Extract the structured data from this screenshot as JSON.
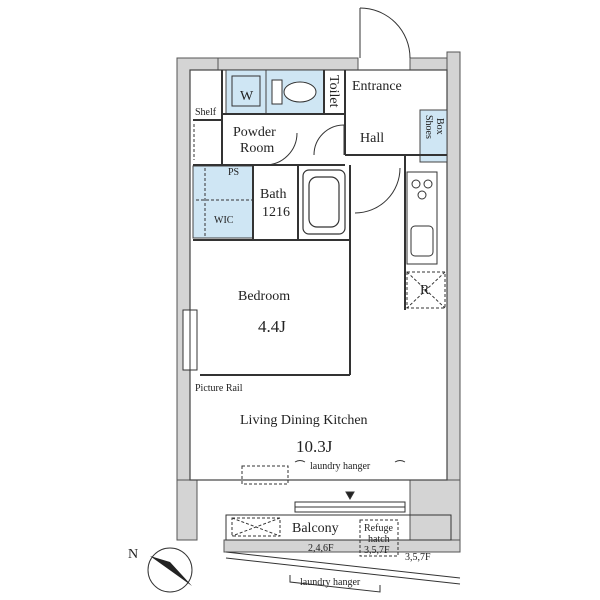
{
  "rooms": {
    "entrance": "Entrance",
    "toilet": "Toilet",
    "hall": "Hall",
    "shoes_box_line1": "Shoes",
    "shoes_box_line2": "Box",
    "shelf": "Shelf",
    "powder_room_line1": "Powder",
    "powder_room_line2": "Room",
    "washer": "W",
    "ps": "PS",
    "bath": "Bath",
    "bath_size": "1216",
    "wic": "WIC",
    "refrigerator": "R",
    "bedroom": "Bedroom",
    "bedroom_size": "4.4J",
    "picture_rail": "Picture Rail",
    "ldk": "Living Dining Kitchen",
    "ldk_size": "10.3J",
    "laundry_hanger_inner": "laundry hanger",
    "balcony": "Balcony",
    "refuge_hatch_line1": "Refuge",
    "refuge_hatch_line2": "hatch",
    "floors_hatch": "3,5,7F",
    "floors_left": "2,4,6F",
    "floors_right": "3,5,7F",
    "laundry_hanger_outer": "laundry hanger",
    "north": "N"
  },
  "colors": {
    "wall": "#c9c9c9",
    "wall_edge": "#555555",
    "wet_area": "#cfe6f4",
    "floor": "#ffffff"
  }
}
